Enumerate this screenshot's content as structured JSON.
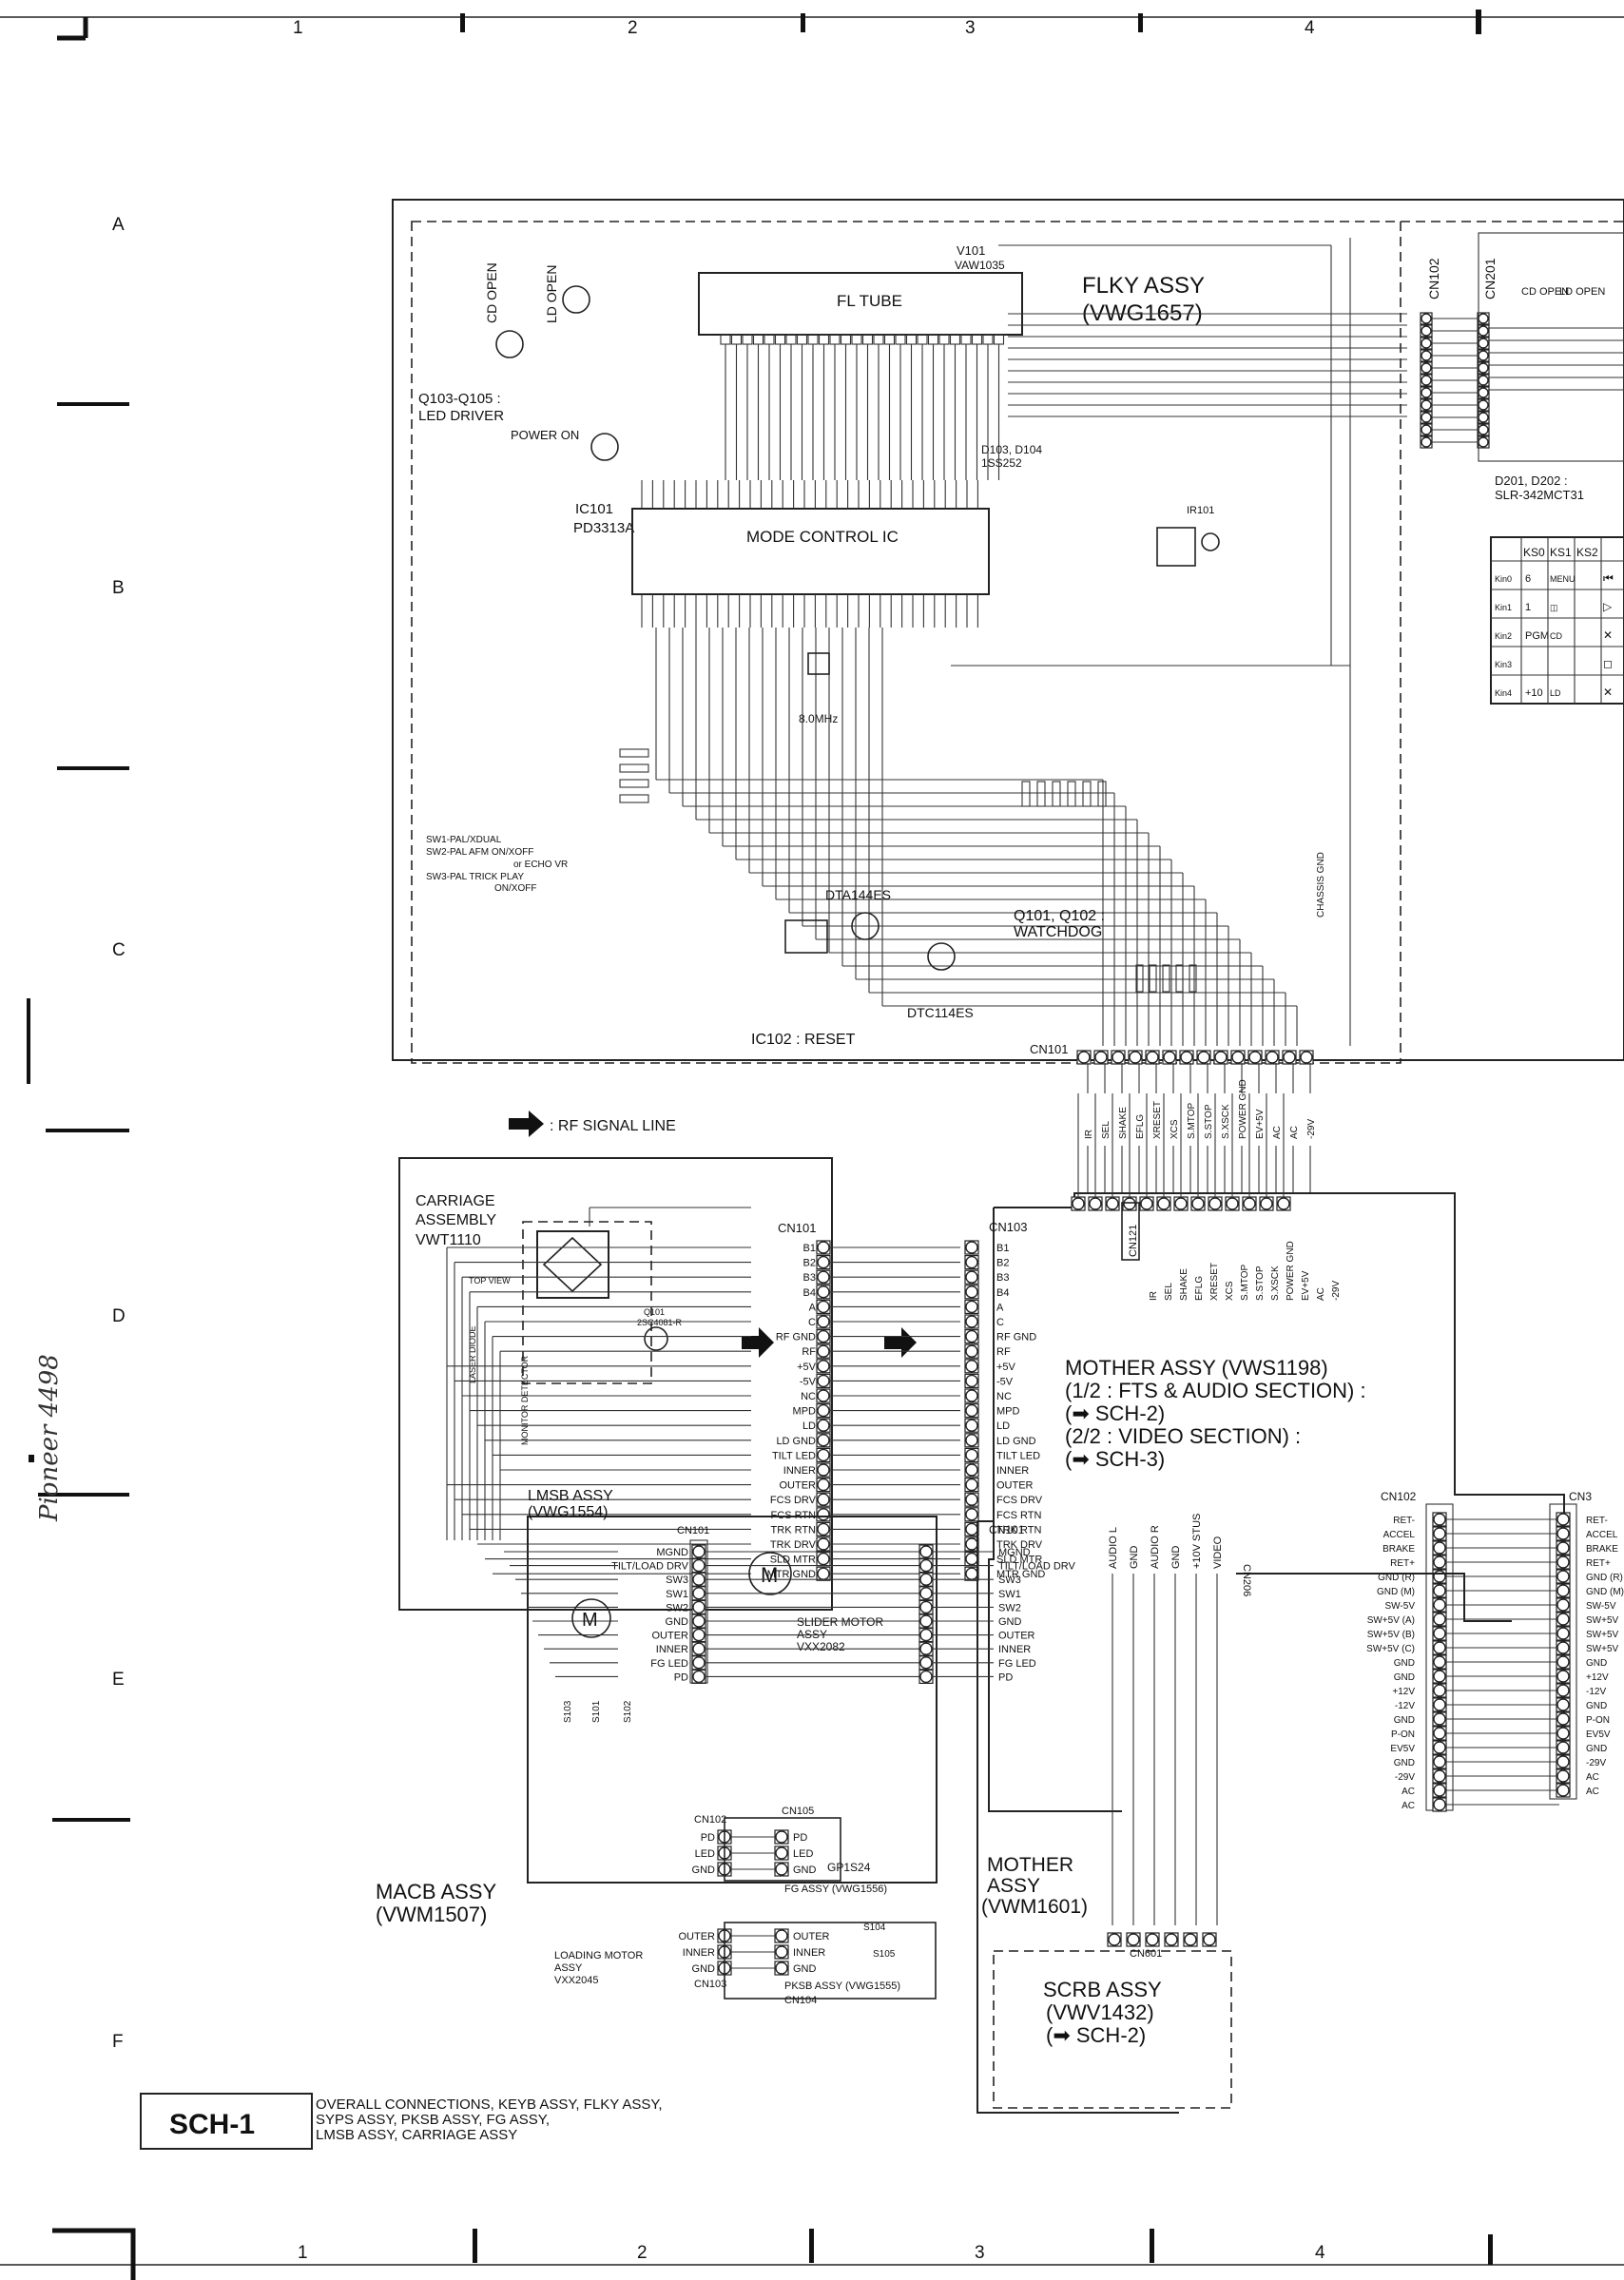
{
  "frame": {
    "columns": [
      "1",
      "2",
      "3",
      "4"
    ],
    "rows": [
      "A",
      "B",
      "C",
      "D",
      "E",
      "F"
    ]
  },
  "flky": {
    "assy": "FLKY ASSY",
    "part": "(VWG1657)",
    "v101": "V101",
    "v101_part": "VAW1035",
    "fl_tube": "FL TUBE",
    "ic101": "IC101",
    "ic101_part": "PD3313A",
    "mode_control": "MODE CONTROL IC",
    "led_driver_1": "Q103-Q105 :",
    "led_driver_2": "LED DRIVER",
    "cd_open": "CD OPEN",
    "ld_open": "LD OPEN",
    "power_on": "POWER ON",
    "d103_d104": "D103, D104",
    "d103_part": "1SS252",
    "watchdog_1": "Q101, Q102 :",
    "watchdog_2": "WATCHDOG",
    "ic102_reset": "IC102 : RESET",
    "dta144es": "DTA144ES",
    "dtc114es": "DTC114ES",
    "xtal": "8.0MHz",
    "ir101": "IR101",
    "cn101": "CN101",
    "cn102": "CN102",
    "cn201": "CN201",
    "sw1": "SW1-PAL/XDUAL",
    "sw2": "SW2-PAL AFM ON/XOFF",
    "sw2b": "or ECHO VR",
    "sw3": "SW3-PAL TRICK PLAY",
    "sw3b": "ON/XOFF",
    "d201_d202": "D201, D202 :",
    "d201_part": "SLR-342MCT31",
    "chassis_gnd": "CHASSIS GND",
    "cn101_signals": [
      "IR",
      "SEL",
      "SHAKE",
      "EFLG",
      "XRESET",
      "XCS",
      "S.MTOP",
      "S.STOP",
      "S.XSCK",
      "POWER GND",
      "EV+5V",
      "AC",
      "AC",
      "-29V"
    ]
  },
  "keyb": {
    "headers": [
      "KS0",
      "KS1",
      "KS2"
    ],
    "rows": [
      {
        "name": "Kin0",
        "c0": "6",
        "c1": "MENU",
        "c2": "⏮"
      },
      {
        "name": "Kin1",
        "c0": "1",
        "c1": "◫",
        "c2": "▷"
      },
      {
        "name": "Kin2",
        "c0": "PGM",
        "c1": "CD",
        "c2": "✕"
      },
      {
        "name": "Kin3",
        "c0": "",
        "c1": "",
        "c2": "◻"
      },
      {
        "name": "Kin4",
        "c0": "+10",
        "c1": "LD",
        "c2": "✕"
      }
    ]
  },
  "rf_legend": ": RF SIGNAL LINE",
  "carriage": {
    "title_1": "CARRIAGE",
    "title_2": "ASSEMBLY",
    "part": "VWT1110",
    "top_view": "TOP VIEW",
    "laser": "LASER DIODE",
    "monitor": "MONITOR DETECTOR",
    "cn101": "CN101",
    "pins": [
      "B1",
      "B2",
      "B3",
      "B4",
      "A",
      "C",
      "RF GND",
      "RF",
      "+5V",
      "-5V",
      "NC",
      "MPD",
      "LD",
      "LD GND",
      "TILT LED",
      "INNER",
      "OUTER",
      "FCS DRV",
      "FCS RTN",
      "TRK RTN",
      "TRK DRV",
      "SLD MTR",
      "MTR GND"
    ],
    "slider_1": "SLIDER MOTOR",
    "slider_2": "ASSY",
    "slider_3": "VXX2082",
    "q101": "Q101",
    "q101_part": "2SC4081-R"
  },
  "mother": {
    "cn103": "CN103",
    "pins": [
      "B1",
      "B2",
      "B3",
      "B4",
      "A",
      "C",
      "RF GND",
      "RF",
      "+5V",
      "-5V",
      "NC",
      "MPD",
      "LD",
      "LD GND",
      "TILT LED",
      "INNER",
      "OUTER",
      "FCS DRV",
      "FCS RTN",
      "TRK RTN",
      "TRK DRV",
      "SLD MTR",
      "MTR GND"
    ],
    "title": "MOTHER ASSY (VWS1198)",
    "l1": "(1/2 : FTS & AUDIO SECTION) :",
    "l2": "(➡ SCH-2)",
    "l3": "(2/2 : VIDEO SECTION) :",
    "l4": "(➡ SCH-3)",
    "top_signals": [
      "IR",
      "SEL",
      "SHAKE",
      "EFLG",
      "XRESET",
      "XCS",
      "S.MTOP",
      "S.STOP",
      "S.XSCK",
      "POWER GND",
      "EV+5V",
      "AC",
      "-29V"
    ],
    "cn121": "CN121",
    "cn102": "CN102",
    "cn102_pins": [
      "RET-",
      "ACCEL",
      "BRAKE",
      "RET+",
      "GND (R)",
      "GND (M)",
      "SW-5V",
      "SW+5V (A)",
      "SW+5V (B)",
      "SW+5V (C)",
      "GND",
      "GND",
      "+12V",
      "-12V",
      "GND",
      "P-ON",
      "EV5V",
      "GND",
      "-29V",
      "AC",
      "AC"
    ],
    "cn3": "CN3",
    "cn3_pins": [
      "RET-",
      "ACCEL",
      "BRAKE",
      "RET+",
      "GND (R)",
      "GND (M)",
      "SW-5V",
      "SW+5V",
      "SW+5V",
      "SW+5V",
      "GND",
      "+12V",
      "-12V",
      "GND",
      "P-ON",
      "EV5V",
      "GND",
      "-29V",
      "AC",
      "AC"
    ]
  },
  "lmsb": {
    "assy": "LMSB ASSY",
    "part": "(VWG1554)",
    "cn101": "CN101",
    "pins": [
      "MGND",
      "TILT/LOAD DRV",
      "SW3",
      "SW1",
      "SW2",
      "GND",
      "OUTER",
      "INNER",
      "FG LED",
      "PD"
    ],
    "s103": "S103",
    "s101": "S101",
    "s102": "S102",
    "cn102": "CN102",
    "cn102_pins": [
      "PD",
      "LED",
      "GND"
    ],
    "cn103": "CN103",
    "cn103_pins": [
      "OUTER",
      "INNER",
      "GND"
    ],
    "cn105": "CN105",
    "cn105_pins": [
      "PD",
      "LED",
      "GND"
    ],
    "gp1s24": "GP1S24",
    "fg_assy": "FG ASSY (VWG1556)",
    "cn104": "CN104",
    "cn104_pins": [
      "OUTER",
      "INNER",
      "GND"
    ],
    "s104": "S104",
    "s105": "S105",
    "pksb_assy": "PKSB ASSY (VWG1555)",
    "loading_1": "LOADING MOTOR",
    "loading_2": "ASSY",
    "loading_3": "VXX2045"
  },
  "macb": {
    "assy": "MACB ASSY",
    "part": "(VWM1507)"
  },
  "mother2": {
    "cn101": "CN101",
    "pins": [
      "MGND",
      "TILT/LOAD DRV",
      "SW3",
      "SW1",
      "SW2",
      "GND",
      "OUTER",
      "INNER",
      "FG LED",
      "PD"
    ],
    "l1": "MOTHER",
    "l2": "ASSY",
    "l3": "(VWM1601)",
    "cn206": "CN206",
    "cn206_pins": [
      "AUDIO L",
      "GND",
      "AUDIO R",
      "GND",
      "+10V STUS",
      "VIDEO"
    ],
    "cn601": "CN601"
  },
  "scrb": {
    "assy": "SCRB ASSY",
    "part": "(VWV1432)",
    "ref": "(➡ SCH-2)"
  },
  "footer": {
    "sch": "SCH-1",
    "line1": "OVERALL CONNECTIONS, KEYB ASSY, FLKY ASSY,",
    "line2": "SYPS ASSY, PKSB ASSY, FG ASSY,",
    "line3": "LMSB ASSY, CARRIAGE ASSY"
  },
  "handwriting": "Pioneer 4498"
}
